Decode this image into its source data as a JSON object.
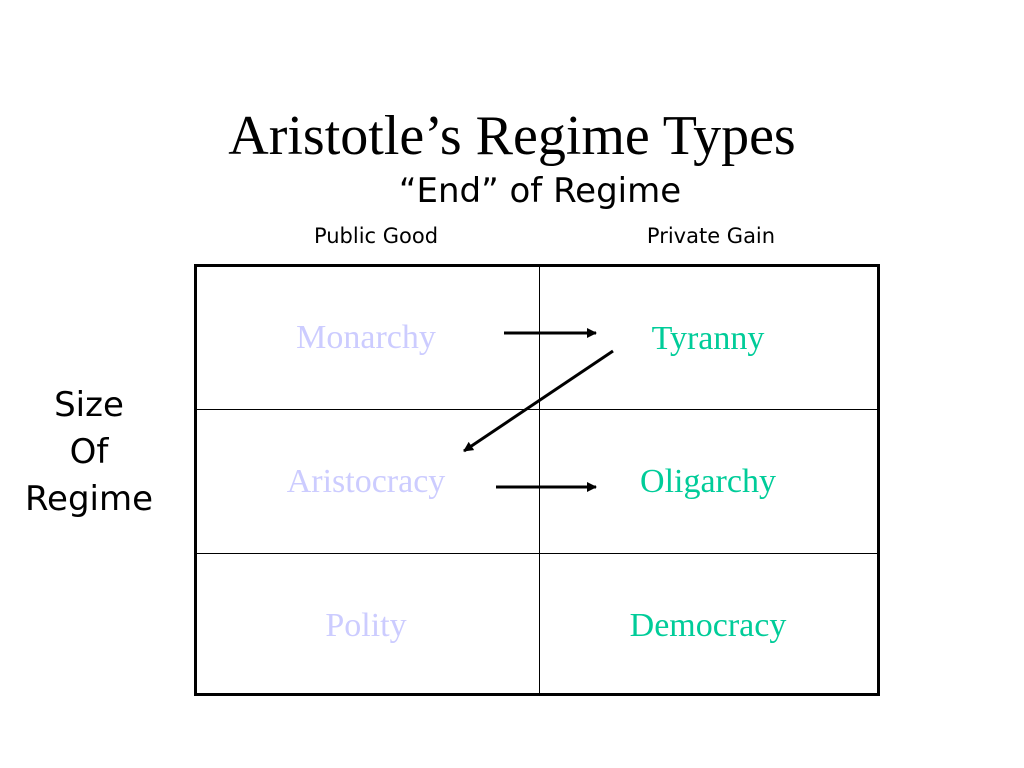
{
  "title": "Aristotle’s Regime Types",
  "subtitle": "“End” of Regime",
  "columns": {
    "public": "Public Good",
    "private": "Private Gain"
  },
  "row_axis": {
    "lines": [
      "Size",
      "Of",
      "Regime"
    ]
  },
  "cells": {
    "monarchy": "Monarchy",
    "tyranny": "Tyranny",
    "aristocracy": "Aristocracy",
    "oligarchy": "Oligarchy",
    "polity": "Polity",
    "democracy": "Democracy"
  },
  "colors": {
    "public_good_text": "#ccccff",
    "private_gain_text": "#00cc99",
    "lines": "#000000"
  }
}
